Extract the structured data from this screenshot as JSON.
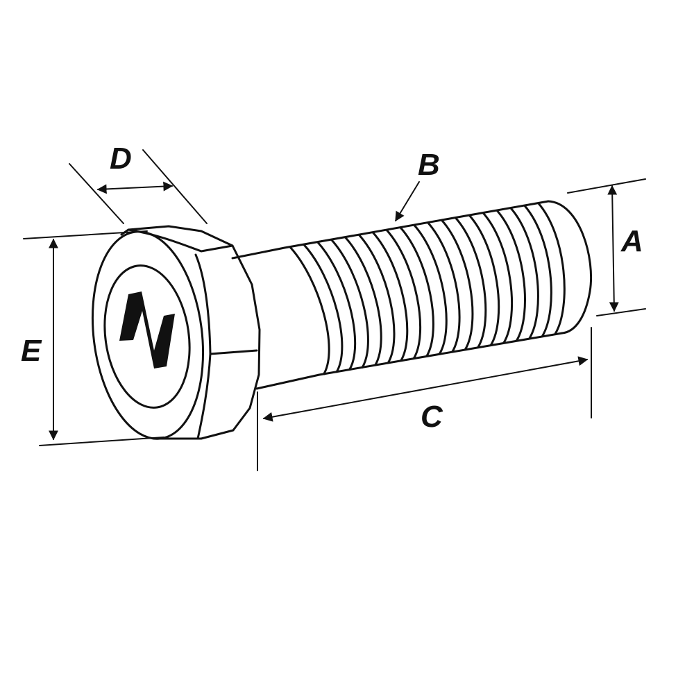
{
  "labels": {
    "a": "A",
    "b": "B",
    "c": "C",
    "d": "D",
    "e": "E"
  },
  "logo": {
    "letter": "N"
  },
  "colors": {
    "line": "#111111",
    "background": "#ffffff"
  },
  "icons": {
    "arrow": "arrowhead"
  }
}
